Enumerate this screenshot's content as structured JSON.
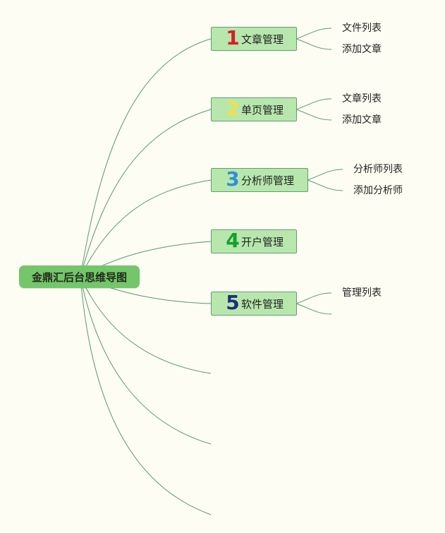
{
  "root": {
    "title": "金鼎汇后台思维导图"
  },
  "colors": {
    "line": "#5a9672",
    "root_fill": "#74c66a",
    "branch_fill": "#b7e7ad",
    "background": "#fefdf3"
  },
  "branches": [
    {
      "number": "1",
      "number_color": "#d81e2c",
      "label": "文章管理",
      "children": [
        "文件列表",
        "添加文章"
      ]
    },
    {
      "number": "2",
      "number_color": "#f2df4a",
      "label": "单页管理",
      "children": [
        "文章列表",
        "添加文章"
      ]
    },
    {
      "number": "3",
      "number_color": "#2f8fd8",
      "label": "分析师管理",
      "children": [
        "分析师列表",
        "添加分析师"
      ]
    },
    {
      "number": "4",
      "number_color": "#14a12a",
      "label": "开户管理",
      "children": []
    },
    {
      "number": "5",
      "number_color": "#1c2f77",
      "label": "软件管理",
      "children": [
        "管理列表",
        ""
      ]
    }
  ],
  "empty_branches": 3
}
